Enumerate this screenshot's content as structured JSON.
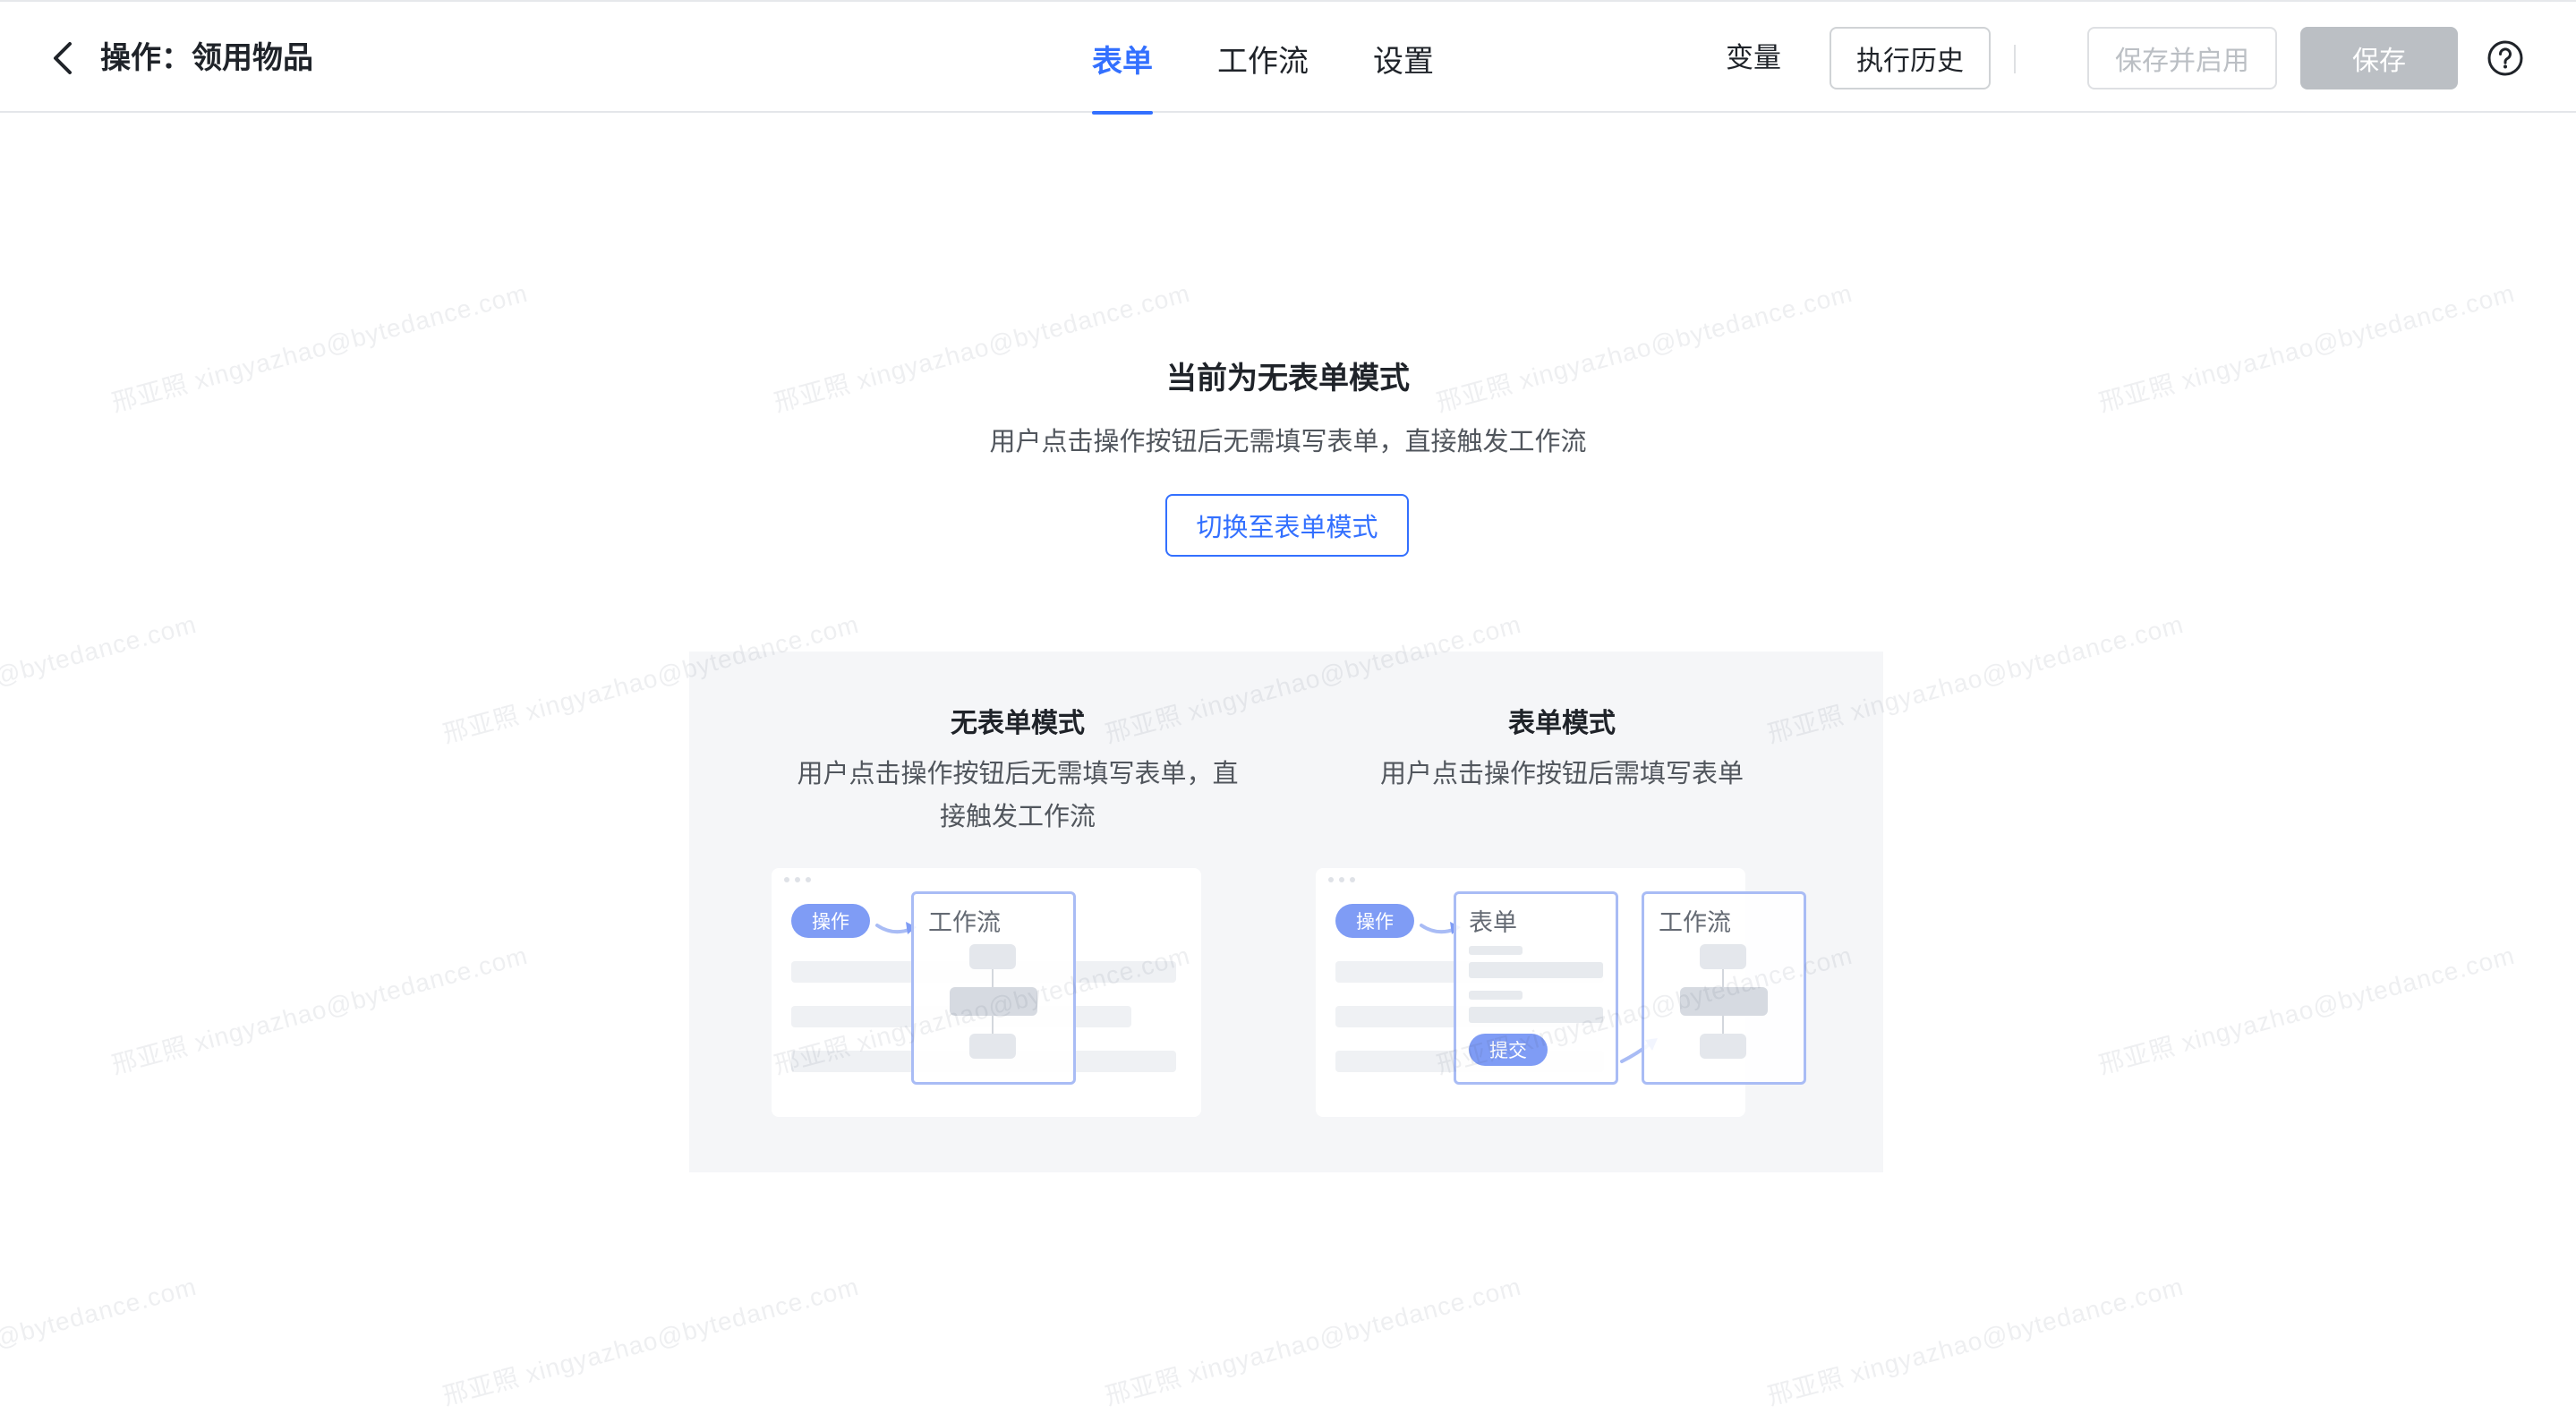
{
  "header": {
    "title": "操作：领用物品",
    "tabs": [
      {
        "label": "表单",
        "active": true
      },
      {
        "label": "工作流",
        "active": false
      },
      {
        "label": "设置",
        "active": false
      }
    ],
    "variable_link": "变量",
    "history_button": "执行历史",
    "save_enable_button": "保存并启用",
    "save_button": "保存",
    "icons": {
      "back": "chevron-left-icon",
      "help": "question-circle-icon"
    }
  },
  "main": {
    "mode_title": "当前为无表单模式",
    "mode_desc": "用户点击操作按钮后无需填写表单，直接触发工作流",
    "switch_button": "切换至表单模式",
    "no_form_mode": {
      "title": "无表单模式",
      "desc_line1": "用户点击操作按钮后无需填写表单，直",
      "desc_line2": "接触发工作流",
      "illustration": {
        "action_pill": "操作",
        "workflow_label": "工作流"
      }
    },
    "form_mode": {
      "title": "表单模式",
      "desc": "用户点击操作按钮后需填写表单",
      "illustration": {
        "action_pill": "操作",
        "form_label": "表单",
        "submit_pill": "提交",
        "workflow_label": "工作流"
      }
    }
  },
  "watermark": {
    "text": "邢亚照 xingyazhao@bytedance.com"
  },
  "colors": {
    "accent": "#3370ff",
    "disabled_button_bg": "#bbbfc4",
    "panel_bg": "#f5f6f8",
    "illustration_blue": "#7f9cf5"
  }
}
